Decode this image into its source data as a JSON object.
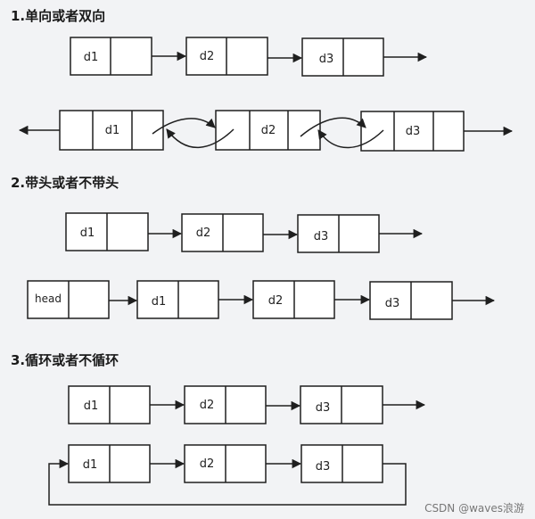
{
  "sections": [
    {
      "title": "1.单向或者双向"
    },
    {
      "title": "2.带头或者不带头"
    },
    {
      "title": "3.循环或者不循环"
    }
  ],
  "labels": {
    "d1": "d1",
    "d2": "d2",
    "d3": "d3",
    "head": "head"
  },
  "watermark": "CSDN @waves浪游",
  "colors": {
    "background": "#f2f3f5",
    "node_fill": "#ffffff",
    "stroke": "#1f1f1f"
  }
}
